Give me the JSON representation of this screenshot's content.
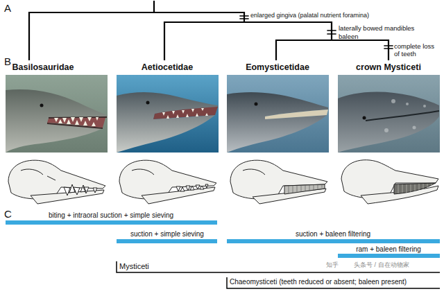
{
  "diagram": {
    "labels": [
      "A",
      "enlarged gingiva (palatal nutrient foramina)",
      "laterally bowed mandibles",
      "baleen",
      "complete loss of teeth",
      "B",
      "Basilosauridae",
      "Aetiocetidae",
      "Eomysticetidae",
      "crown Mysticeti",
      "C",
      "biting + intraoral suction + simple sieving",
      "suction + simple sieving",
      "suction + baleen filtering",
      "ram + baleen filtering",
      "Mysticeti",
      "Chaeomysticeti (teeth reduced or absent; baleen present)",
      "知乎",
      "头条号 / 自在动物家"
    ]
  }
}
